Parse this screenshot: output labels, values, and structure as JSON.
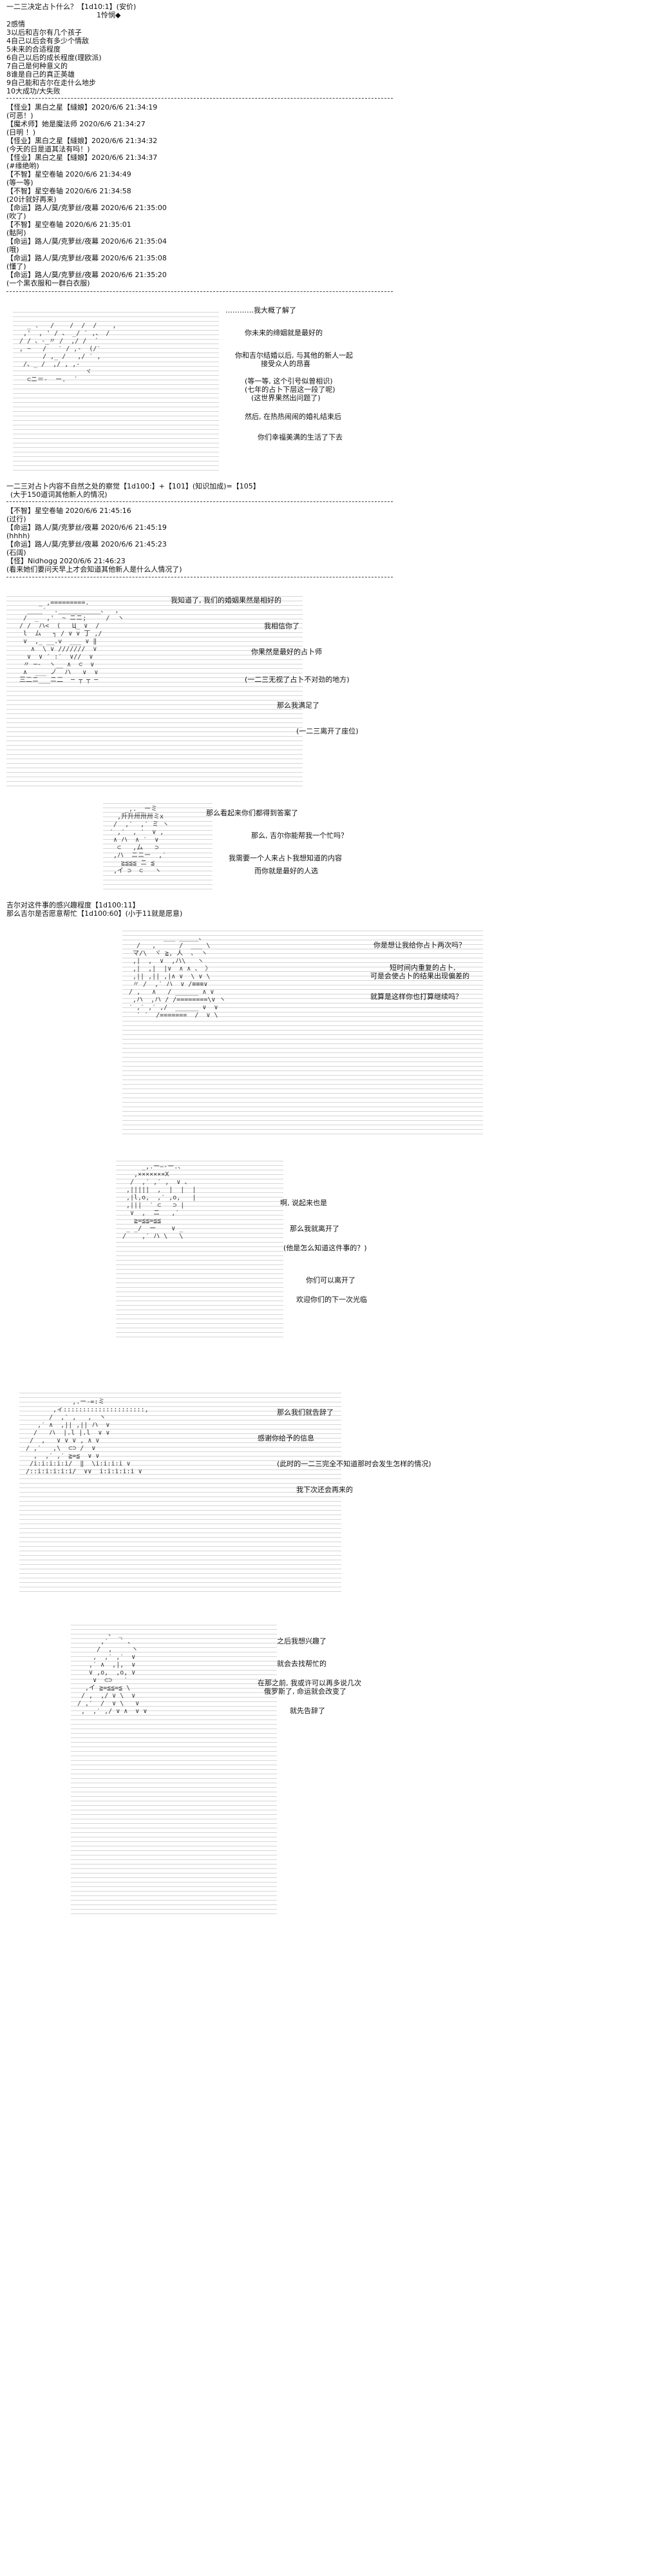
{
  "intro": {
    "title": "一二三决定占卜什么？【1d10:1】(安价)",
    "sub": "1怜悯◆",
    "options": [
      "2感情",
      "3以后和吉尔有几个孩子",
      "4自己以后会有多少个情敌",
      "5未来的合适程度",
      "6自己以后的成长程度(理欧派)",
      "7自己是何种意义的",
      "8谁是自己的真正英雄",
      "9自己能和吉尔在走什么地步",
      "10大成功/大失败"
    ]
  },
  "chat1": [
    {
      "head": "【怪业】黒白之星【縫娘】2020/6/6 21:34:19",
      "msg": "(可恶！)"
    },
    {
      "head": "【魔术师】她是魔法师 2020/6/6 21:34:27",
      "msg": "(日明 ！)"
    },
    {
      "head": "【怪业】黒白之星【縫娘】2020/6/6 21:34:32",
      "msg": "(今天的日是道其法有吗！)"
    },
    {
      "head": "【怪业】黒白之星【縫娘】2020/6/6 21:34:37",
      "msg": "(#缘绝哟)"
    },
    {
      "head": "【不智】星空卷轴 2020/6/6 21:34:49",
      "msg": "(等一等)"
    },
    {
      "head": "【不智】星空卷轴 2020/6/6 21:34:58",
      "msg": "(20计就好再来)"
    },
    {
      "head": "【命运】路人/莫/克萝丝/夜幕 2020/6/6 21:35:00",
      "msg": "(吹了)"
    },
    {
      "head": "【不智】星空卷轴 2020/6/6 21:35:01",
      "msg": "(骷阿)"
    },
    {
      "head": "【命运】路人/莫/克萝丝/夜幕 2020/6/6 21:35:04",
      "msg": "(哦)"
    },
    {
      "head": "【命运】路人/莫/克萝丝/夜幕 2020/6/6 21:35:08",
      "msg": "(懂了)"
    },
    {
      "head": "【命运】路人/莫/克萝丝/夜幕 2020/6/6 21:35:20",
      "msg": "(一个黒衣服和一群白衣服)"
    }
  ],
  "scene1": {
    "lines": [
      "…………我大概了解了",
      "你未来的缔姻就是最好的",
      "你和吉尔结婚以后, 与其他的新人一起",
      "接受众人的昂喜",
      "(等一等, 这个引号似曾相识)",
      "(七年的占卜下层这一段了呢)",
      "(这世界果然出问题了)",
      "然后, 在热热闹闹的婚礼结束后",
      "你们幸福美满的生活了下去"
    ]
  },
  "roll": {
    "line1": "一二三对占卜内容不自然之处的察觉【1d100:】+【101】(知识加成)=【105】",
    "line2": "(大于150道词其他新人的情况)"
  },
  "chat2": [
    {
      "head": "【不智】星空卷轴 2020/6/6 21:45:16",
      "msg": "(过行)"
    },
    {
      "head": "【命运】路人/莫/克萝丝/夜幕 2020/6/6 21:45:19",
      "msg": "(hhhh)"
    },
    {
      "head": "【命运】路人/莫/克萝丝/夜幕 2020/6/6 21:45:23",
      "msg": "(石阔)"
    },
    {
      "head": "【怪】Nidhogg 2020/6/6 21:46:23",
      "msg": "(看来她们要问天早上才会知道其他新人是什么人情况了)"
    }
  ],
  "scene2": {
    "lines": [
      "我知道了, 我们的婚姻果然是相好的",
      "我相信你了",
      "你果然是最好的占卜师",
      "(一二三无视了占卜不对劲的地方)",
      "那么我满足了",
      "(一二三离开了座位)"
    ]
  },
  "scene3": {
    "lines": [
      "那么看起来你们都得到答案了",
      "那么, 吉尔你能帮我一个忙吗？",
      "我需要一个人来占卜我想知道的内容",
      "而你就是最好的人选"
    ]
  },
  "roll2": {
    "line1": "吉尔对这件事的感兴趣程度【1d100:11】",
    "line2": "那么吉尔是否愿意帮忙【1d100:60】(小于11就是愿意)"
  },
  "scene4": {
    "lines": [
      "你是想让我给你占卜两次吗？",
      "短时间内重复的占卜,",
      "可是会使占卜的结果出现偏差的",
      "就算是这样你也打算继续吗？"
    ]
  },
  "scene5": {
    "lines": [
      "啊, 说起来也是",
      "那么我就离开了",
      "(他是怎么知道这件事的？)",
      "你们可以离开了",
      "欢迎你们的下一次光临"
    ]
  },
  "scene6": {
    "lines": [
      "那么我们就告辞了",
      "感谢你给予的信息",
      "(此时的一二三完全不知道那时会发生怎样的情况)",
      "我下次还会再来的"
    ]
  },
  "scene7": {
    "lines": [
      "之后我想兴趣了",
      "就会去找帮忙的",
      "在那之前, 我或许可以再多说几次",
      "俄罗斯了, 命运就会改变了",
      "就先告辞了"
    ]
  }
}
